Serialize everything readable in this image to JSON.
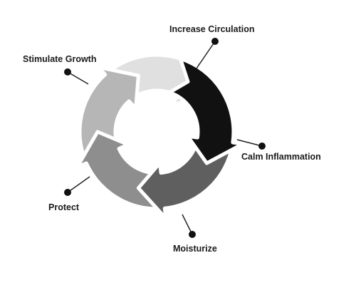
{
  "diagram": {
    "stages": [
      {
        "label": "Increase Circulation",
        "color": "#111111"
      },
      {
        "label": "Calm Inflammation",
        "color": "#5f5f5f"
      },
      {
        "label": "Moisturize",
        "color": "#8e8e8e"
      },
      {
        "label": "Protect",
        "color": "#b6b6b6"
      },
      {
        "label": "Stimulate Growth",
        "color": "#e0e0e0"
      }
    ]
  }
}
